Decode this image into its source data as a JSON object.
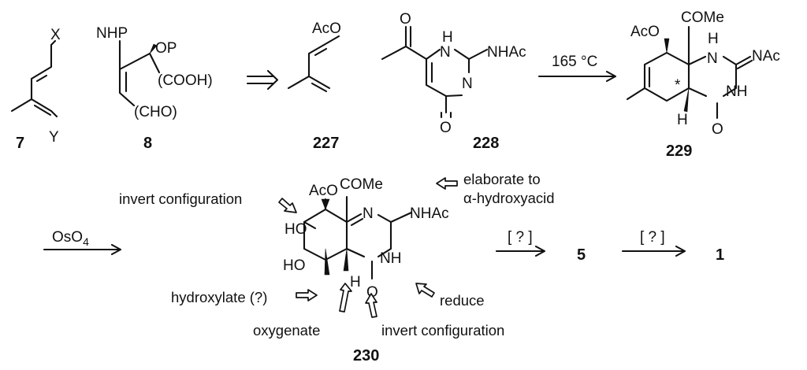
{
  "compounds": {
    "c7": {
      "label": "7",
      "x": "X",
      "y": "Y"
    },
    "c8": {
      "label": "8",
      "nhp": "NHP",
      "op": "OP",
      "cooh": "(COOH)",
      "cho": "(CHO)"
    },
    "c227": {
      "label": "227",
      "aco": "AcO"
    },
    "c228": {
      "label": "228",
      "h": "H",
      "nhac": "NHAc",
      "n": "N",
      "o1": "O",
      "o2": "O"
    },
    "c229": {
      "label": "229",
      "aco": "AcO",
      "come": "COMe",
      "h_top": "H",
      "n1": "N",
      "nac": "NAc",
      "nh": "NH",
      "h_bot": "H",
      "o": "O",
      "star": "*"
    },
    "c230": {
      "label": "230",
      "aco": "AcO",
      "come": "COMe",
      "n": "N",
      "nhac": "NHAc",
      "nh": "NH",
      "ho1": "HO",
      "ho2": "HO",
      "h": "H",
      "o": "O"
    },
    "c5": {
      "label": "5"
    },
    "c1": {
      "label": "1"
    }
  },
  "reactions": {
    "heat": "165 °C",
    "oso4": {
      "main": "OsO",
      "sub": "4"
    },
    "unknown1": "[ ? ]",
    "unknown2": "[ ? ]"
  },
  "annotations": {
    "elaborate_line1": "elaborate to",
    "elaborate_line2": "α-hydroxyacid",
    "invert_top": "invert configuration",
    "hydroxylate": "hydroxylate (?)",
    "oxygenate": "oxygenate",
    "invert_bottom": "invert configuration",
    "reduce": "reduce"
  }
}
